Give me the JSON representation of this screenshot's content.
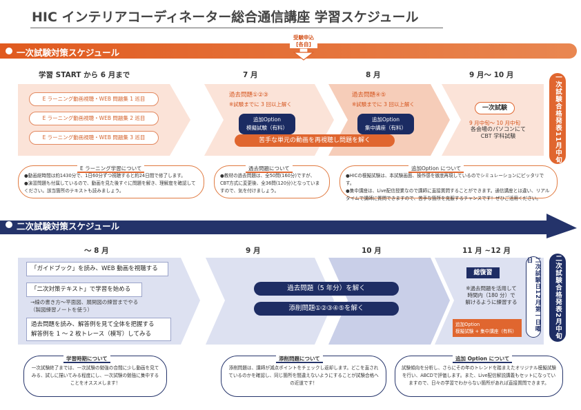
{
  "header": {
    "title": "HIC インテリアコーディネーター総合通信講座 学習スケジュール"
  },
  "first": {
    "bar_label": "一次試験対策スケジュール",
    "application": "受験申込\n[各自]",
    "months": [
      "学習 START から 6 月まで",
      "7 月",
      "8 月",
      "9 月〜 10 月"
    ],
    "elearning": [
      "E ラーニング動画視聴・WEB 問題集 1 巡目",
      "E ラーニング動画視聴・WEB 問題集 2 巡目",
      "E ラーニング動画視聴・WEB 問題集 3 巡目"
    ],
    "jul_title": "過去問題①②③",
    "jul_sub": "※試験までに 3 回以上解く",
    "jul_option": "追加Option\n模擬試験（有料）",
    "aug_title": "過去問題④⑤",
    "aug_sub": "※試験までに 3 回以上解く",
    "aug_option": "追加Option\n集中講座（有料）",
    "weak_point": "苦手な単元の動画を再視聴し問題を解く",
    "exam_label": "一次試験",
    "exam_date": "9 月中旬〜 10 月中旬",
    "exam_detail": "各会場のパソコンにて\nCBT 学科試験",
    "result": "一次試験合格発表11月中旬",
    "notes": [
      {
        "title": "E ラーニング学習について",
        "text": "●動画総時間は約1430分で、1日60分ずつ視聴すると約24日間で修了します。\n●演習問題も付属しているので、動画を見た後すぐに問題を解き、理解度を確認してください。該当箇所のテキストも読みましょう。"
      },
      {
        "title": "過去問題について",
        "text": "●教材の過去問題は、全50問(160分)ですが、CBT方式に変更後、全36問(120分)となっていますので、気を付けましょう。"
      },
      {
        "title": "追加Option について",
        "text": "●HICの模擬試験は、本試験画面、操作感を徹底再現しているのでシミュレーションにピッタリです。\n●集中講座は、Live配信授業なので講師に直接質問することができます。通信講座とは違い、リアルタイムで講師に質問できますので、苦手な箇所を克服するチャンスです！ぜひご活用ください。"
      }
    ]
  },
  "second": {
    "bar_label": "二次試験対策スケジュール",
    "months": [
      "〜 8 月",
      "9 月",
      "10 月",
      "11 月 ~12 月"
    ],
    "steps": [
      "「ガイドブック」を読み、WEB 動画を視聴する",
      "「二次対策テキスト」で学習を始める",
      "→線の書き方〜平面図、展開図の練習までやる\n（製図練習ノートを使う）",
      "過去問題を読み、解答例を見て全体を把握する\n解答例を 1 〜 2 枚トレース（模写）してみる"
    ],
    "past": "過去問題（5 年分）を解く",
    "added": "添削問題①②③④⑤を解く",
    "review": "総復習",
    "review_note": "※過去問題を活用して\n時間内（180 分）で\n解けるように練習する",
    "option": "追加Option\n模擬試験 + 集中講座（有料）",
    "exam_date": "二次試験日12月第一日曜日",
    "result": "二次試験合格発表2月中旬",
    "notes": [
      {
        "title": "学習時期について",
        "text": "一次試験終了までは、一次試験の勉強の合間に少し動画を見てみる、試しに描いてみる程度にし、一次試験の勉強に集中することをオススメします！"
      },
      {
        "title": "添削問題について",
        "text": "添削問題は、講師が減点ポイントをチェックし返却します。どこを直されているのかを確認し、同じ箇所を間違えないようにすることが試験合格への近道です！"
      },
      {
        "title": "追加 Option について",
        "text": "試験傾向を分析し、さらにその年のトレンドを踏まえたオリジナル模擬試験を行い、ABCDで評価します。また、Live配信解説講義もセットになっていますので、日々の学習でわからない箇所があれば直接質問できます。"
      }
    ]
  }
}
